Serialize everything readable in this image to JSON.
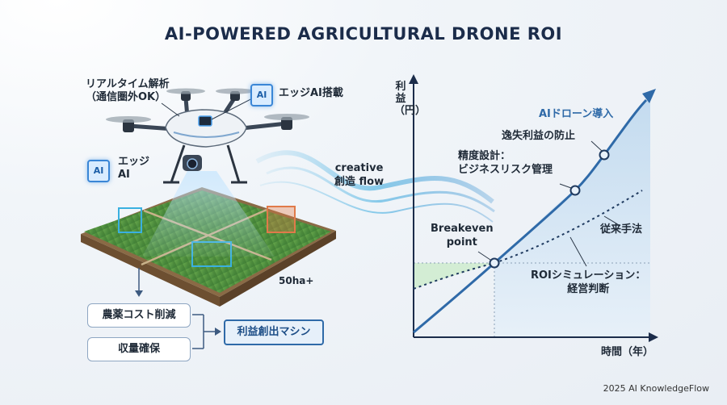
{
  "title": "AI-POWERED AGRICULTURAL DRONE ROI",
  "drone": {
    "realtime_line1": "リアルタイム解析",
    "realtime_line2": "（通信圏外OK）",
    "edge_onboard": "エッジAI搭載",
    "edge_ai_line1": "エッジ",
    "edge_ai_line2": "AI",
    "chip_text": "AI",
    "field_size": "50ha+"
  },
  "flow": {
    "line1": "creative",
    "line2": "創造 flow"
  },
  "benefits": {
    "items": [
      "農薬コスト削減",
      "収量確保"
    ],
    "result": "利益創出マシン"
  },
  "chart_data": {
    "type": "line",
    "ylabel": "利益（円）",
    "xlabel": "時間（年）",
    "series": [
      {
        "name": "AIドローン導入",
        "style": "solid",
        "color": "#2f6aa8"
      },
      {
        "name": "従来手法",
        "style": "dotted",
        "color": "#1f3a5f"
      }
    ],
    "annotations": {
      "ai_series_label": "AIドローン導入",
      "lost_profit": "逸失利益の防止",
      "precision_line1": "精度設計：",
      "precision_line2": "ビジネスリスク管理",
      "breakeven_line1": "Breakeven",
      "breakeven_line2": "point",
      "conventional": "従来手法",
      "roi_line1": "ROIシミュレーション：",
      "roi_line2": "経営判断"
    },
    "grid": false
  },
  "footer": "2025 AI KnowledgeFlow"
}
